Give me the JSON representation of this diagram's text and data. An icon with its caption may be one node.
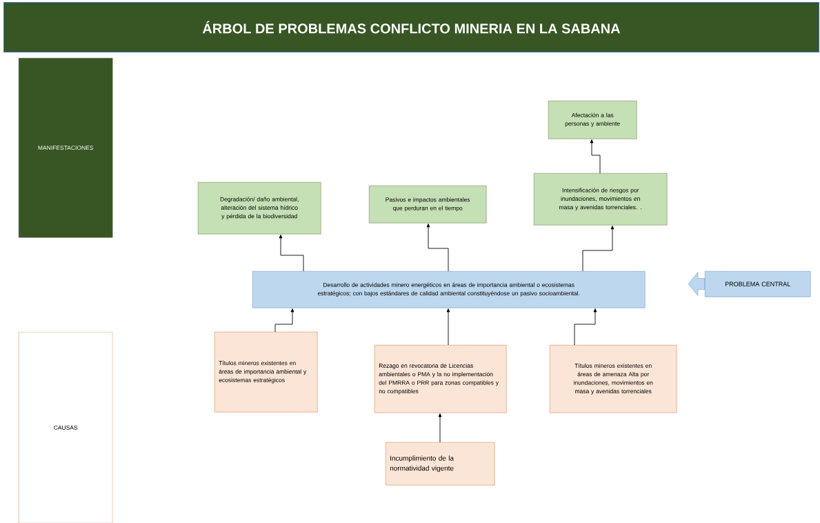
{
  "diagram": {
    "title": "ÁRBOL DE PROBLEMAS CONFLICTO  MINERIA EN LA SABANA",
    "nodes": [
      {
        "text": [
          "MANIFESTACIONES"
        ]
      },
      {
        "text": [
          "CAUSAS"
        ]
      },
      {
        "text": [
          "Degradación/ daño ambiental, alteración del sistema hídrico y pérdida de la biodiversidad"
        ]
      },
      {
        "text": [
          "Pasivos e impactos ambientales que perduran en el tiempo"
        ]
      },
      {
        "text": [
          "Afectación a las personas y ambiente"
        ]
      },
      {
        "text": [
          "Intensificación de riesgos por inundaciones, movimientos en masa y avenidas torrenciales. ."
        ]
      },
      {
        "text": [
          "Desarrollo de actividades minero energéticos en áreas de importancia ambiental o ecosistemas estratégicos; con bajos estándares de calidad ambiental constituyéndose un pasivo socioambiental."
        ]
      },
      {
        "text": [
          "PROBLEMA CENTRAL"
        ]
      },
      {
        "text": [
          "Títulos mineros existentes en áreas de importancia ambiental y ecosistemas estratégicos"
        ]
      },
      {
        "text": [
          "Rezago en revocatoria de Licencias ambientales o PMA y la no implementación del PMRRA o PRR para zonas compatibles y no compatibles"
        ]
      },
      {
        "text": [
          "Títulos mineros existentes en áreas de amenaza Alta por inundaciones, movimientos en masa y avenidas torrenciales"
        ]
      },
      {
        "text": [
          "Incumplimiento de la normatividad vigente"
        ]
      }
    ],
    "edges": [
      {
        "from": 6,
        "to": 2,
        "arrow": "to"
      },
      {
        "from": 6,
        "to": 3,
        "arrow": "to"
      },
      {
        "from": 6,
        "to": 5,
        "arrow": "to"
      },
      {
        "from": 5,
        "to": 4,
        "arrow": "to"
      },
      {
        "from": 8,
        "to": 6,
        "arrow": "to"
      },
      {
        "from": 9,
        "to": 6,
        "arrow": "to"
      },
      {
        "from": 10,
        "to": 6,
        "arrow": "to"
      },
      {
        "from": 11,
        "to": 9,
        "arrow": "to"
      }
    ]
  }
}
